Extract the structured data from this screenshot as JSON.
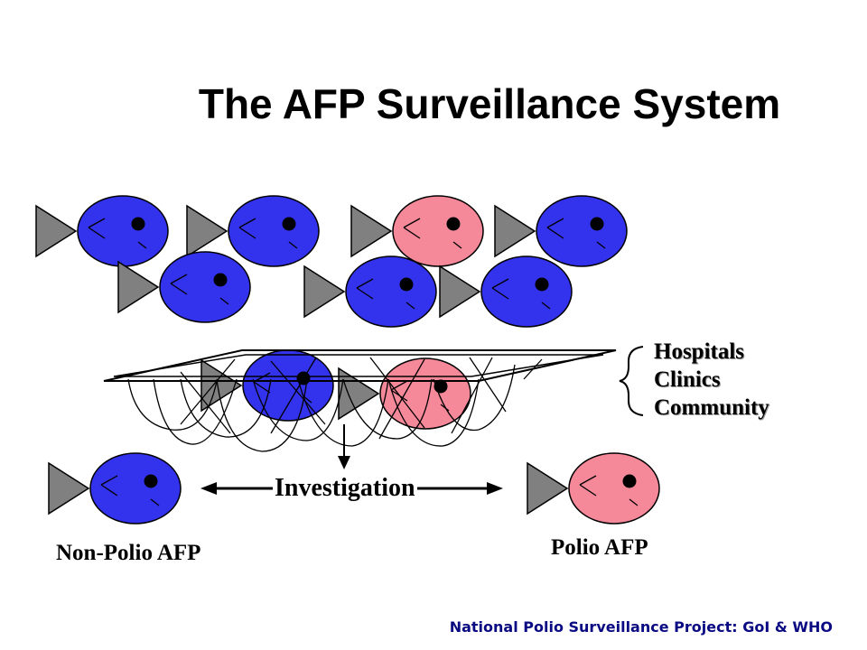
{
  "title": "The AFP Surveillance System",
  "sources": [
    "Hospitals",
    "Clinics",
    "Community"
  ],
  "process_label": "Investigation",
  "outcomes": {
    "non_polio": "Non-Polio AFP",
    "polio": "Polio AFP"
  },
  "footer": "National Polio Surveillance Project: GoI & WHO",
  "colors": {
    "non_polio_fish": "#3333ee",
    "polio_fish": "#f5899a",
    "tail": "#808080",
    "footer_text": "#0a0a82"
  },
  "icons": [
    "fish-icon",
    "net-icon",
    "brace-icon",
    "arrow-icon"
  ]
}
